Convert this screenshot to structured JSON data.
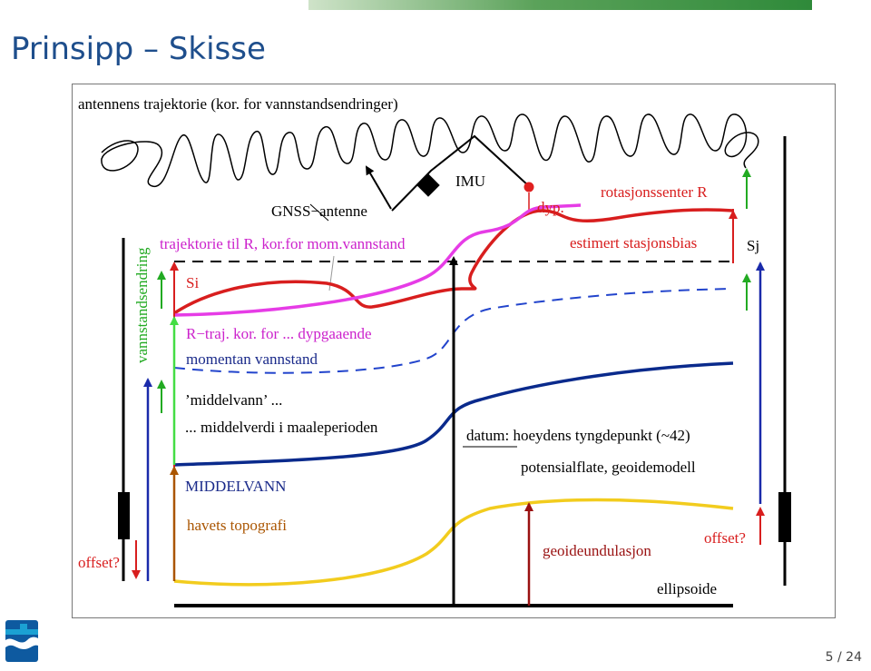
{
  "slide": {
    "title": "Prinsipp – Skisse",
    "page_number": "5 / 24",
    "accent_color": "#1e4e8c"
  },
  "diagram": {
    "trajectory_label": "antennens trajektorie (kor. for vannstandsendringer)",
    "gnss_label": "GNSS−antenne",
    "imu_label": "IMU",
    "dyp_label": "dyp.",
    "rotation_center_label": "rotasjonssenter R",
    "trajectory_r_label": "trajektorie til R, kor.for mom.vannstand",
    "station_bias_label": "estimert stasjonsbias",
    "sj_label": "Sj",
    "si_label": "Si",
    "vertical_label": "vannstandsendring",
    "r_traj_label": "R−traj. kor. for ... dypgaaende",
    "momentan_label": "momentan vannstand",
    "middelvann_label": "’middelvann’ ...",
    "middelverdi_label": "... middelverdi i maaleperioden",
    "datum_label": "datum: hoeydens tyngdepunkt (~42)",
    "potential_label": "potensialflate, geoidemodell",
    "middelvann_caps_label": "MIDDELVANN",
    "topography_label": "havets topografi",
    "offset_left_label": "offset?",
    "offset_right_label": "offset?",
    "geoid_label": "geoideundulasjon",
    "ellipsoid_label": "ellipsoide",
    "colors": {
      "magenta": "#e63ce6",
      "red": "#d81e1e",
      "navy": "#0a2a8c",
      "blue_dashed": "#2244cc",
      "yellow": "#f2cc1e",
      "green": "#22aa22",
      "bright_green": "#44dd44",
      "dark_red": "#991111",
      "brown": "#aa5500"
    }
  }
}
